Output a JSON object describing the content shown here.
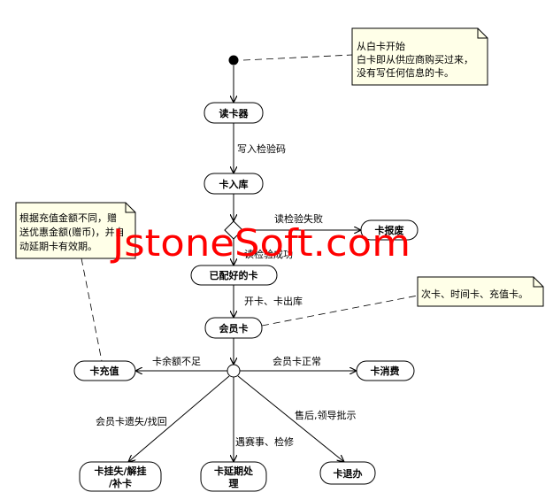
{
  "states": {
    "read_card": "读卡器",
    "card_storage": "卡入库",
    "card_scrap": "卡报废",
    "configured_card": "已配好的卡",
    "member_card": "会员卡",
    "card_recharge": "卡充值",
    "card_consume": "卡消费",
    "card_lost": [
      "卡挂失/解挂",
      "/补卡"
    ],
    "card_extend": [
      "卡延期处",
      "理"
    ],
    "card_return": "卡退办"
  },
  "transitions": {
    "write_code": "写入检验码",
    "check_fail": "读检验失败",
    "check_ok": "读检验成功",
    "open_card": "开卡、卡出库",
    "balance_low": "卡余额不足",
    "card_normal": "会员卡正常",
    "lost_found": "会员卡遗失/找回",
    "events_repair": "遇赛事、检修",
    "after_sale": "售后,领导批示"
  },
  "notes": {
    "start_note": [
      "从白卡开始",
      "白卡即从供应商购买过来，",
      "没有写任何信息的卡。"
    ],
    "recharge_note": [
      "根据充值金额不同，赠",
      "送优惠金额(赠币)，并自",
      "动延期卡有效期。"
    ],
    "card_types_note": "次卡、时间卡、充值卡。"
  },
  "watermark": "JstoneSoft.com",
  "colors": {
    "watermark": "#ff0000",
    "note_fill": "#ffffe8"
  }
}
